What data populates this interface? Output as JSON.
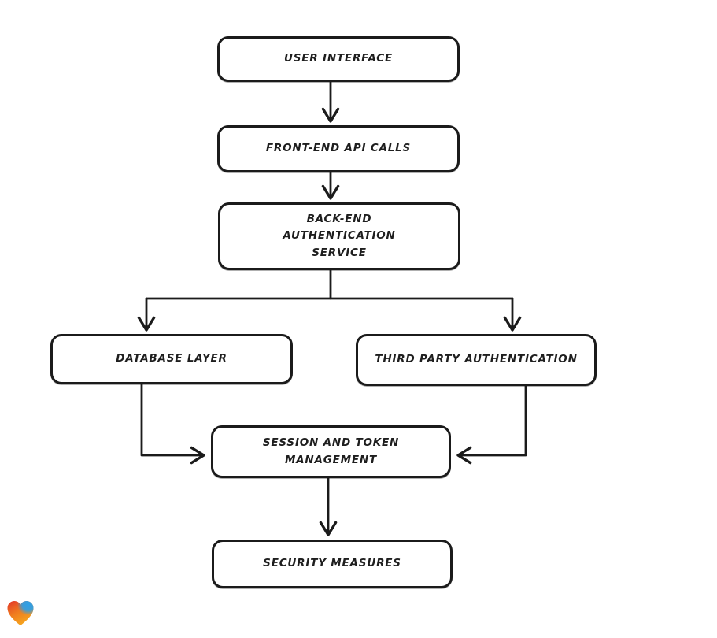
{
  "diagram": {
    "type": "flowchart",
    "background": "#ffffff",
    "stroke_color": "#1b1b1b",
    "node_fill": "#ffffff",
    "nodes": [
      {
        "id": "user-interface",
        "label": "USER INTERFACE"
      },
      {
        "id": "front-end-api-calls",
        "label": "FRONT-END API CALLS"
      },
      {
        "id": "back-end-authentication-service",
        "label": "BACK-END AUTHENTICATION SERVICE"
      },
      {
        "id": "database-layer",
        "label": "DATABASE LAYER"
      },
      {
        "id": "third-party-authentication",
        "label": "THIRD PARTY AUTHENTICATION"
      },
      {
        "id": "session-and-token-management",
        "label": "SESSION AND TOKEN MANAGEMENT"
      },
      {
        "id": "security-measures",
        "label": "SECURITY MEASURES"
      }
    ],
    "edges": [
      {
        "from": "user-interface",
        "to": "front-end-api-calls"
      },
      {
        "from": "front-end-api-calls",
        "to": "back-end-authentication-service"
      },
      {
        "from": "back-end-authentication-service",
        "to": "database-layer"
      },
      {
        "from": "back-end-authentication-service",
        "to": "third-party-authentication"
      },
      {
        "from": "database-layer",
        "to": "session-and-token-management"
      },
      {
        "from": "third-party-authentication",
        "to": "session-and-token-management"
      },
      {
        "from": "session-and-token-management",
        "to": "security-measures"
      }
    ],
    "logo": {
      "name": "heart-logo",
      "colors": [
        "#e23329",
        "#ef7a1f",
        "#f6a71f",
        "#2da0e8"
      ]
    }
  }
}
